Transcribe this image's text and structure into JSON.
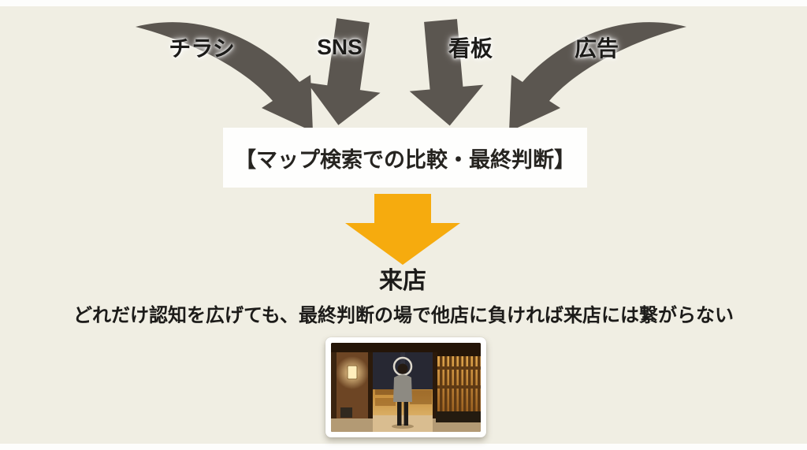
{
  "slide": {
    "background_color": "#f0eee3",
    "channels": [
      {
        "id": "chirashi",
        "label": "チラシ"
      },
      {
        "id": "sns",
        "label": "SNS"
      },
      {
        "id": "kanban",
        "label": "看板"
      },
      {
        "id": "koukoku",
        "label": "広告"
      }
    ],
    "comparison_box": {
      "label": "【マップ検索での比較・最終判断】"
    },
    "outcome": {
      "label": "来店"
    },
    "caption": {
      "text": "どれだけ認知を広げても、最終判断の場で他店に負ければ来店には繋がらない"
    },
    "photo": {
      "description": "和食店の入口前に立つ人物の写真"
    },
    "colors": {
      "arrow_gray": "#5b5650",
      "arrow_yellow": "#f6ab0e",
      "text": "#1c1b19",
      "box_background": "#fefefd"
    }
  }
}
